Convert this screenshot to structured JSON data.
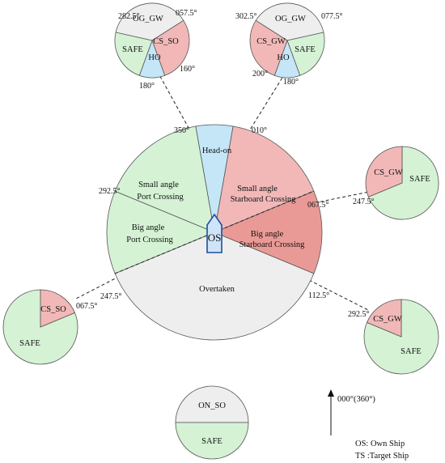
{
  "colors": {
    "green": "#d5f2d5",
    "blue": "#c4e6f7",
    "pink": "#f2b8b8",
    "red": "#ea9a96",
    "gray": "#eeeeee",
    "ship_fill": "#cfe4f8",
    "ship_stroke": "#1f4e9a"
  },
  "main": {
    "regions": {
      "head_on": "Head-on",
      "small_stbd_1": "Small angle",
      "small_stbd_2": "Starboard Crossing",
      "big_stbd_1": "Big angle",
      "big_stbd_2": "Starboard Crossing",
      "overtaken": "Overtaken",
      "big_port_1": "Big angle",
      "big_port_2": "Port Crossing",
      "small_port_1": "Small angle",
      "small_port_2": "Port Crossing"
    },
    "own_ship": "OS",
    "angles": {
      "a350": "350°",
      "a010": "010°",
      "a292": "292.5°",
      "a067": "067.5°",
      "a112": "112.5°",
      "a247": "247.5°"
    }
  },
  "rule_circles": {
    "top_left": {
      "og_gw": "OG_GW",
      "cs_so": "CS_SO",
      "safe": "SAFE",
      "ho": "HO",
      "a282": "282.5°",
      "a057": "057.5°",
      "a160": "160°",
      "a180": "180°"
    },
    "top_right": {
      "og_gw": "OG_GW",
      "cs_gw": "CS_GW",
      "safe": "SAFE",
      "ho": "HO",
      "a302": "302.5°",
      "a077": "077.5°",
      "a200": "200°",
      "a180": "180°"
    },
    "right": {
      "cs_gw": "CS_GW",
      "safe": "SAFE",
      "a247": "247.5°"
    },
    "bottom_right": {
      "cs_gw": "CS_GW",
      "safe": "SAFE",
      "a292": "292.5°"
    },
    "left": {
      "cs_so": "CS_SO",
      "safe": "SAFE",
      "a067": "067.5°"
    },
    "bottom": {
      "on_so": "ON_SO",
      "safe": "SAFE"
    }
  },
  "legend": {
    "north": "000°(360°)",
    "os": "OS: Own Ship",
    "ts": "TS :Target Ship"
  }
}
